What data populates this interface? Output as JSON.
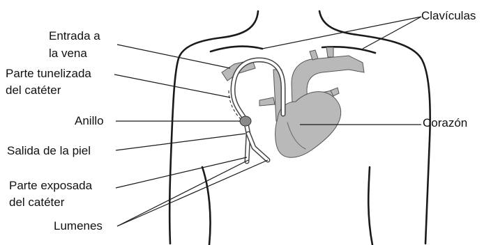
{
  "labels": {
    "entrada_line1": "Entrada a",
    "entrada_line2": "la vena",
    "tunelizada_line1": "Parte tunelizada",
    "tunelizada_line2": "del catéter",
    "anillo": "Anillo",
    "salida": "Salida de la piel",
    "expuesta_line1": "Parte exposada",
    "expuesta_line2": "del catéter",
    "lumenes": "Lumenes",
    "claviculas": "Clavículas",
    "corazon": "Corazón"
  },
  "colors": {
    "outline": "#1a1a1a",
    "organ_fill": "#b9b9b9",
    "text": "#111111"
  }
}
